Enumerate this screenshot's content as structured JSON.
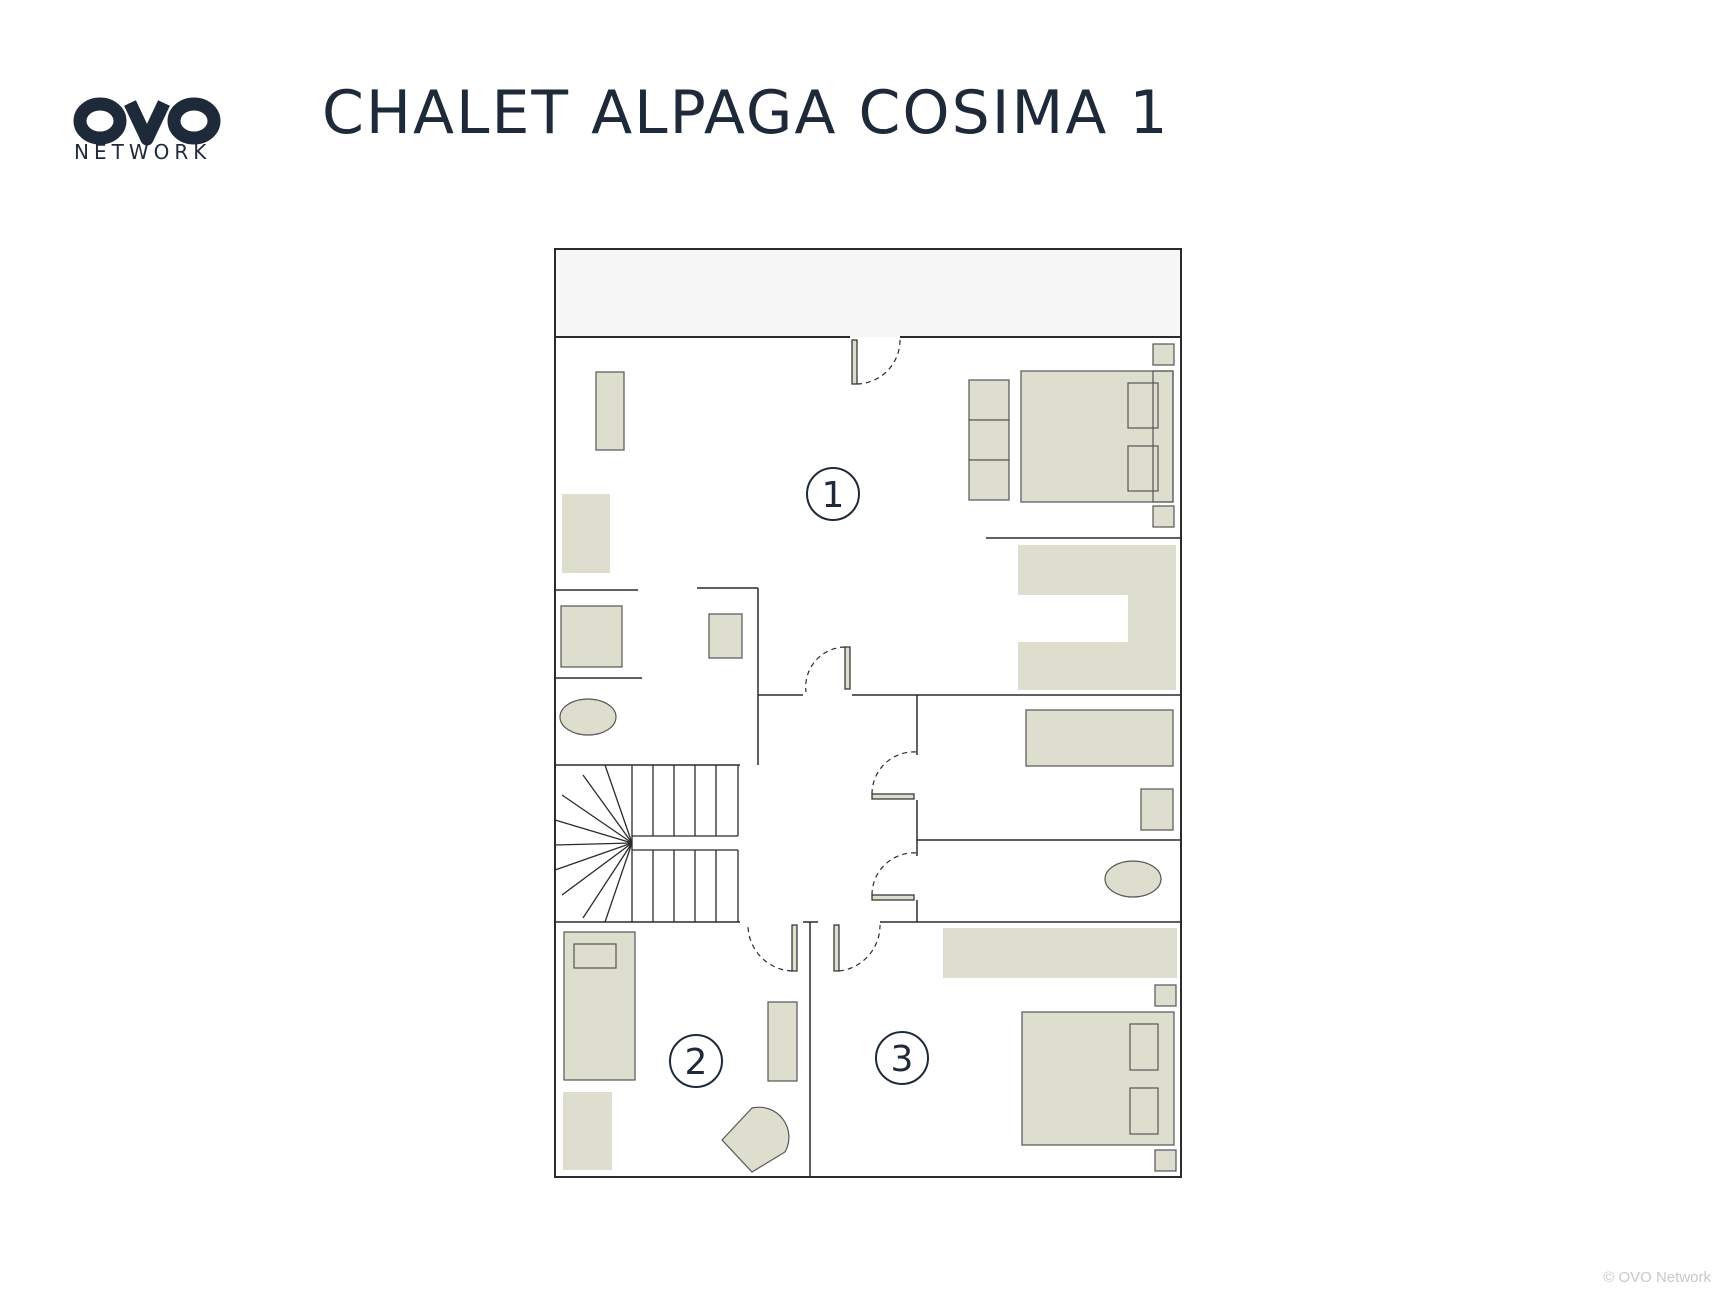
{
  "header": {
    "brand_word": "NETWORK",
    "title": "CHALET ALPAGA COSIMA 1"
  },
  "rooms": [
    {
      "number": "1"
    },
    {
      "number": "2"
    },
    {
      "number": "3"
    }
  ],
  "footer": {
    "copyright": "© OVO Network"
  },
  "colors": {
    "ink": "#1e2a3a",
    "wall": "#2b2b2b",
    "furniture": "#dedecf",
    "balcony": "#f6f6f6"
  }
}
